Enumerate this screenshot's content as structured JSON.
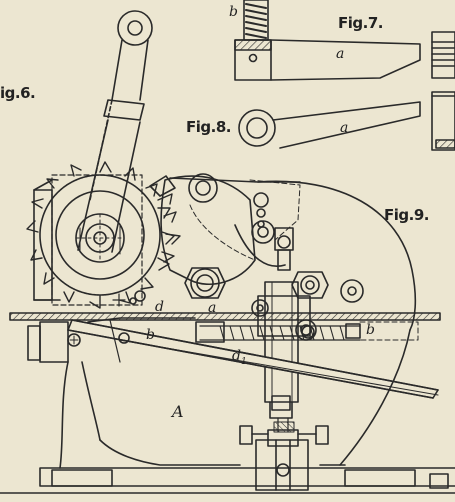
{
  "figures": {
    "fig6": "ig.6.",
    "fig7": "Fig.7.",
    "fig8": "Fig.8.",
    "fig9": "Fig.9."
  },
  "letters": {
    "b_top": "b",
    "a_fig7": "a",
    "a_fig8": "a",
    "d_left": "d",
    "a_mid": "a",
    "b_left": "b",
    "b_right": "b",
    "d1_base": "d",
    "d1_sub": "1",
    "A_base": "A"
  },
  "colors": {
    "paper": "#ece6d1",
    "ink": "#2a2a2a"
  }
}
